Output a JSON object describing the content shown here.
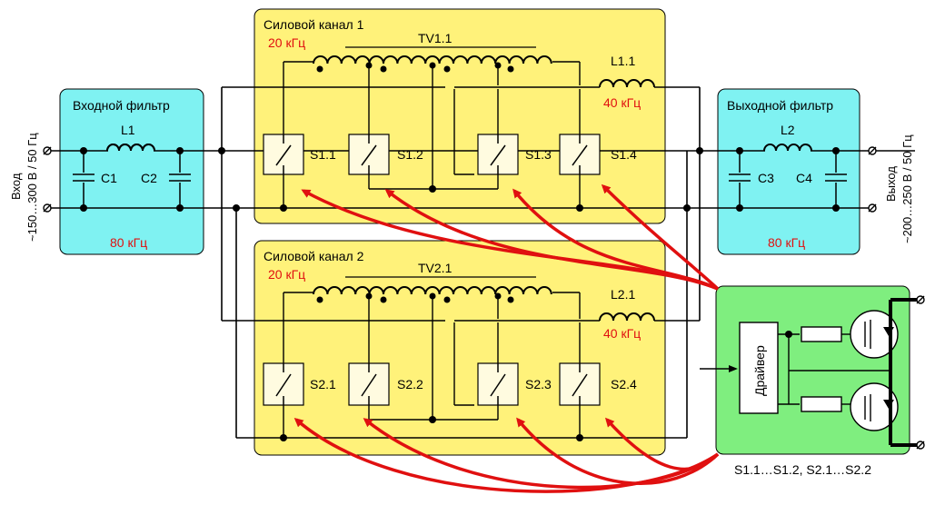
{
  "colors": {
    "wire": "#000000",
    "channel_fill": "#fff27a",
    "filter_fill": "#7ff2f2",
    "driver_fill": "#7fee7f",
    "control_arrows": "#e01010",
    "freq_text": "#e01010"
  },
  "input": {
    "label": "Вход",
    "range": "~150…300 В / 50 Гц"
  },
  "output": {
    "label": "Выход",
    "range": "~200…250 В / 50 Гц"
  },
  "input_filter": {
    "title": "Входной фильтр",
    "inductor": "L1",
    "cap1": "C1",
    "cap2": "C2",
    "freq": "80 кГц"
  },
  "output_filter": {
    "title": "Выходной фильтр",
    "inductor": "L2",
    "cap1": "C3",
    "cap2": "C4",
    "freq": "80 кГц"
  },
  "channel1": {
    "title": "Силовой канал 1",
    "freq": "20 кГц",
    "transformer": "TV1.1",
    "choke": "L1.1",
    "choke_freq": "40 кГц",
    "switches": [
      "S1.1",
      "S1.2",
      "S1.3",
      "S1.4"
    ]
  },
  "channel2": {
    "title": "Силовой канал 2",
    "freq": "20 кГц",
    "transformer": "TV2.1",
    "choke": "L2.1",
    "choke_freq": "40 кГц",
    "switches": [
      "S2.1",
      "S2.2",
      "S2.3",
      "S2.4"
    ]
  },
  "driver": {
    "label": "Драйвер",
    "caption": "S1.1…S1.2, S2.1…S2.2"
  }
}
